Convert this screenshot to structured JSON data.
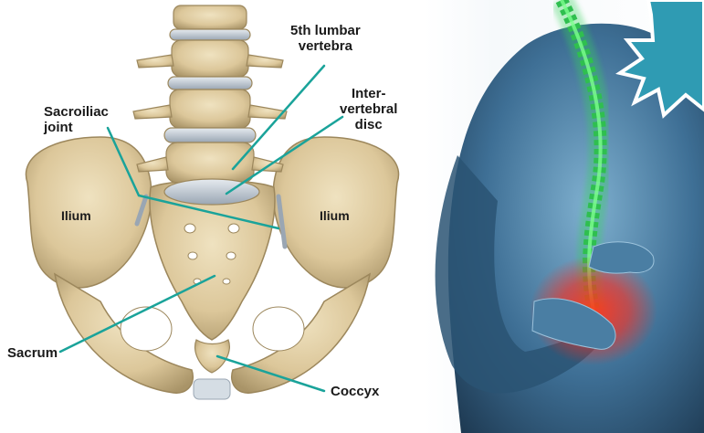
{
  "diagram": {
    "labels": {
      "lumbar_vertebra": "5th lumbar\nvertebra",
      "intervertebral_disc": "Inter-\nvertebral\ndisc",
      "sacroiliac_joint": "Sacroiliac\njoint",
      "ilium_left": "Ilium",
      "ilium_right": "Ilium",
      "sacrum": "Sacrum",
      "coccyx": "Coccyx"
    },
    "colors": {
      "bone": "#e3d2a8",
      "bone_shadow": "#b9a479",
      "disc": "#c3ccd6",
      "leader_line": "#1aa39a",
      "body_blue": "#3e6f95",
      "spine_green": "#35d35a",
      "pain_red": "#ff2a1a",
      "badge_teal": "#2f9bb3"
    }
  }
}
